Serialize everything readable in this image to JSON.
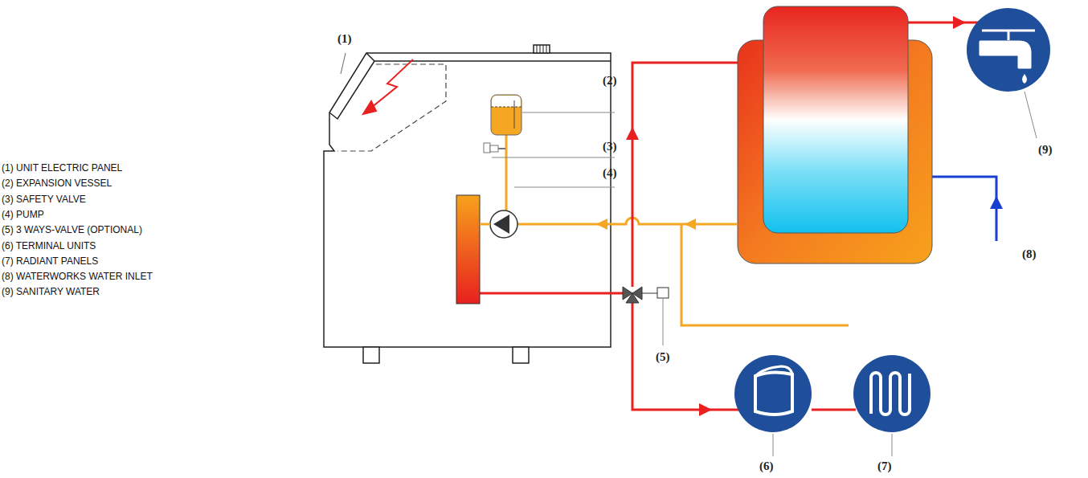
{
  "diagram": {
    "labels": [
      "(1) UNIT ELECTRIC PANEL",
      "(2) EXPANSION VESSEL",
      "(3) SAFETY VALVE",
      "(4) PUMP",
      "(5) 3 WAYS-VALVE (OPTIONAL)",
      "(6) TERMINAL UNITS",
      "(7) RADIANT PANELS",
      "(8) WATERWORKS WATER INLET",
      "(9) SANITARY WATER",
      "(1)",
      "(2)",
      "(3)",
      "(4)",
      "(5)",
      "(6)",
      "(7)",
      "(8)",
      "(9)"
    ]
  }
}
